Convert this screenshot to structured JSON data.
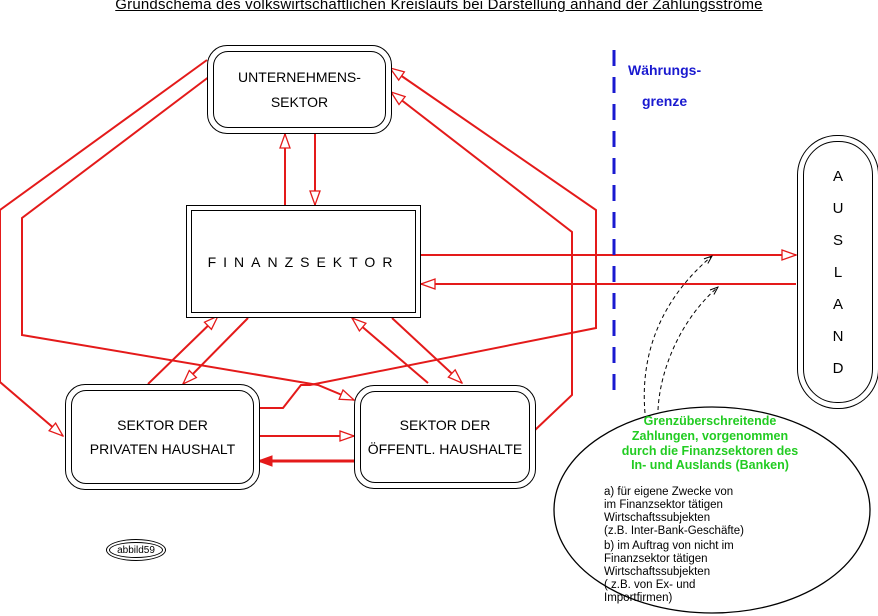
{
  "title": "Grundschema des volkswirtschaftlichen Kreislaufs bei Darstellung anhand der  Zahlungsströme",
  "boxes": {
    "unternehmen": "UNTERNEHMENS-\nSEKTOR",
    "finanz": "FINANZSEKTOR",
    "privat": "SEKTOR  DER\nPRIVATEN  HAUSHALT",
    "oeffentl": "SEKTOR DER\nÖFFENTL. HAUSHALTE",
    "ausland_letters": [
      "A",
      "U",
      "S",
      "L",
      "A",
      "N",
      "D"
    ]
  },
  "waehrungsgrenze": {
    "line1": "Währungs-",
    "line2": "grenze"
  },
  "note": {
    "heading": "Grenzüberschreitende\nZahlungen, vorgenommen\ndurch die Finanzsektoren des\nIn- und Auslands (Banken)",
    "item_a": "a)  für eigene Zwecke von\n     im Finanzsektor tätigen\n     Wirtschaftssubjekten\n     (z.B. Inter-Bank-Geschäfte)",
    "item_b": "b)  im Auftrag von nicht im\n     Finanzsektor tätigen\n     Wirtschaftssubjekten\n     ( z.B. von Ex- und\n       Importfirmen)"
  },
  "label": "abbild59",
  "colors": {
    "flow": "#e41a1a",
    "border": "#000000",
    "boundary": "#1a1ad0",
    "highlight": "#22cc22"
  }
}
